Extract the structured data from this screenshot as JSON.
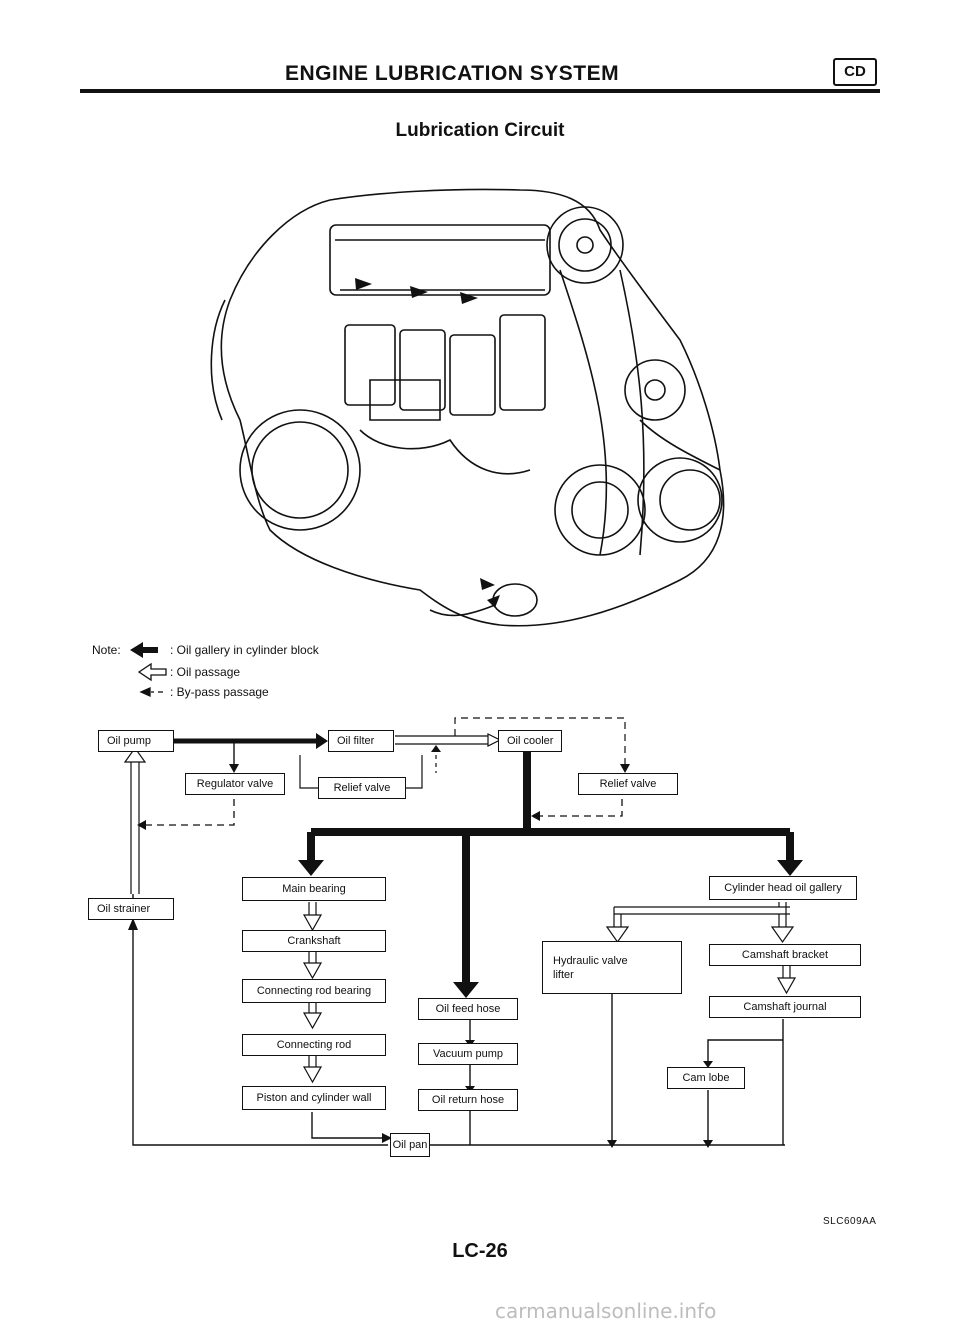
{
  "header": {
    "title": "ENGINE LUBRICATION SYSTEM",
    "badge": "CD"
  },
  "subtitle": "Lubrication Circuit",
  "note": {
    "label": "Note:",
    "items": [
      {
        "icon": "solid-arrow-icon",
        "text": ": Oil gallery in cylinder block"
      },
      {
        "icon": "hollow-arrow-icon",
        "text": ": Oil passage"
      },
      {
        "icon": "dashed-arrow-icon",
        "text": ": By-pass passage"
      }
    ]
  },
  "flow": {
    "oil_pump": "Oil pump",
    "oil_filter": "Oil filter",
    "oil_cooler": "Oil cooler",
    "regulator_valve": "Regulator valve",
    "relief_valve_filter": "Relief valve",
    "relief_valve_cooler": "Relief valve",
    "oil_strainer": "Oil strainer",
    "main_bearing": "Main bearing",
    "crankshaft": "Crankshaft",
    "connecting_rod_bearing": "Connecting rod bearing",
    "connecting_rod": "Connecting rod",
    "piston_cylinder_wall": "Piston and cylinder wall",
    "oil_feed_hose": "Oil feed hose",
    "vacuum_pump": "Vacuum pump",
    "oil_return_hose": "Oil return hose",
    "oil_pan": "Oil pan",
    "hydraulic_valve_lifter_1": "Hydraulic valve",
    "hydraulic_valve_lifter_2": "lifter",
    "cylinder_head_gallery": "Cylinder head oil gallery",
    "camshaft_bracket": "Camshaft bracket",
    "camshaft_journal": "Camshaft journal",
    "cam_lobe": "Cam lobe"
  },
  "figure_code": "SLC609AA",
  "page_number": "LC-26",
  "watermark": "carmanualsonline.info"
}
